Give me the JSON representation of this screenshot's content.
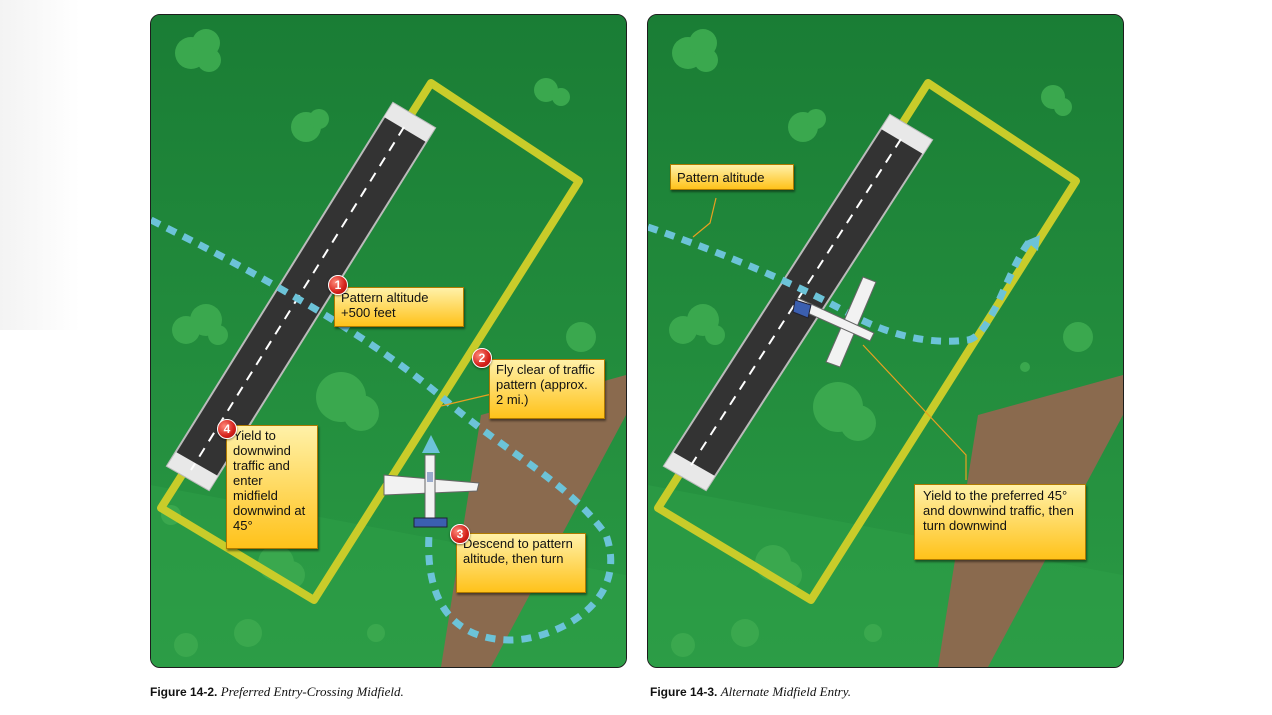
{
  "figure_left": {
    "callouts": [
      {
        "number": "1",
        "text": "Pattern altitude +500 feet"
      },
      {
        "number": "2",
        "text": "Fly clear of traffic pattern (approx. 2 mi.)"
      },
      {
        "number": "3",
        "text": "Descend to pattern altitude, then turn"
      },
      {
        "number": "4",
        "text": "Yield to downwind traffic and enter midfield downwind at 45°"
      }
    ],
    "caption_label": "Figure 14-2.",
    "caption_title": "Preferred Entry-Crossing Midfield."
  },
  "figure_right": {
    "callouts": [
      {
        "text": "Pattern altitude"
      },
      {
        "text": "Yield to the preferred 45° and downwind traffic, then turn downwind"
      }
    ],
    "caption_label": "Figure 14-3.",
    "caption_title": "Alternate Midfield Entry."
  },
  "colors": {
    "grass": "#1f8a3c",
    "runway": "#333333",
    "pattern_path": "#c9cc2a",
    "flight_path": "#6cc3d8",
    "callout_fill": "#ffc21a",
    "badge": "#d4201a"
  }
}
